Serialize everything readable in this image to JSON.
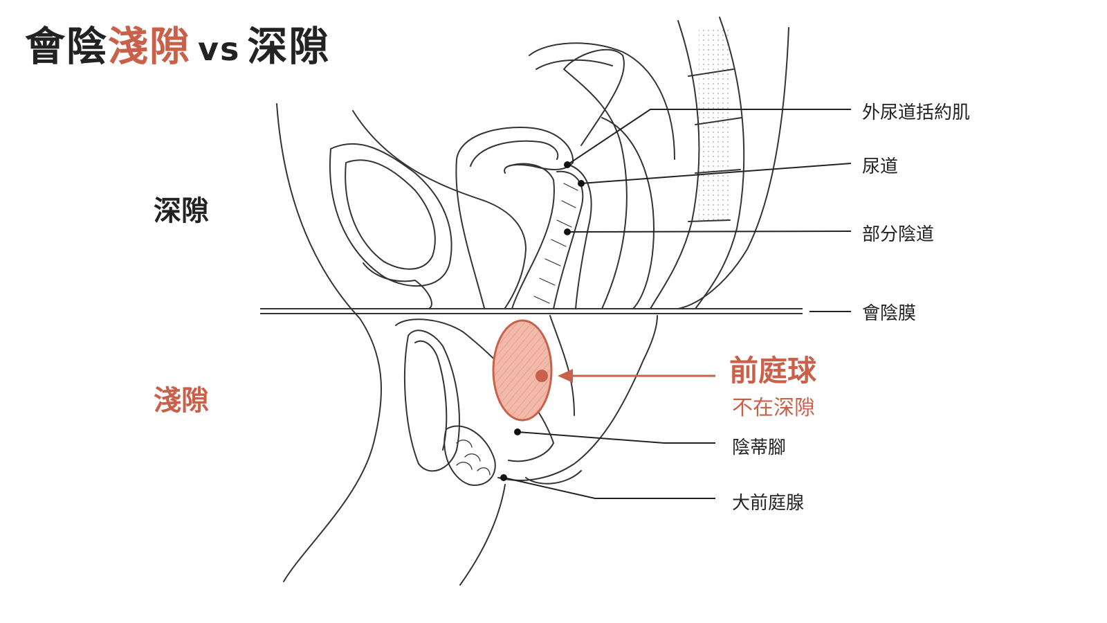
{
  "title": {
    "part1": "會陰",
    "part2": "淺隙",
    "part3": "vs",
    "part4": "深隙"
  },
  "regions": {
    "deep": "深隙",
    "shallow": "淺隙"
  },
  "labels": [
    "外尿道括約肌",
    "尿道",
    "部分陰道",
    "會陰膜",
    "陰蒂腳",
    "大前庭腺"
  ],
  "highlight": {
    "name": "前庭球",
    "note": "不在深隙"
  },
  "colors": {
    "accent": "#c9614a",
    "text": "#222222",
    "line": "#333333",
    "highlight_fill": "#f2b9aa"
  }
}
